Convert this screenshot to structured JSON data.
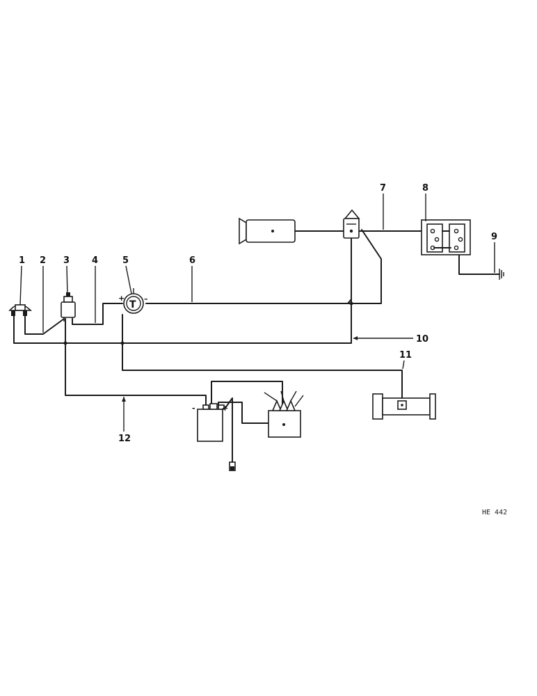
{
  "callouts": [
    "1",
    "2",
    "3",
    "4",
    "5",
    "6",
    "7",
    "8",
    "9",
    "10",
    "11",
    "12"
  ],
  "polarity": {
    "ammeter_plus": "+",
    "ammeter_minus": "–",
    "coil_minus": "-",
    "coil_plus": "+"
  },
  "figure_ref": "HE 442",
  "icons": {
    "horn": "horn-icon",
    "switch": "switch-icon",
    "ammeter": "ammeter-icon",
    "headlamp": "headlamp-icon",
    "regulator": "regulator-icon",
    "battery": "battery-icon",
    "ground": "ground-icon",
    "taillight": "taillight-icon",
    "ignition_coil": "ignition-coil-icon",
    "distributor": "distributor-icon",
    "spark_plug": "spark-plug-icon"
  }
}
